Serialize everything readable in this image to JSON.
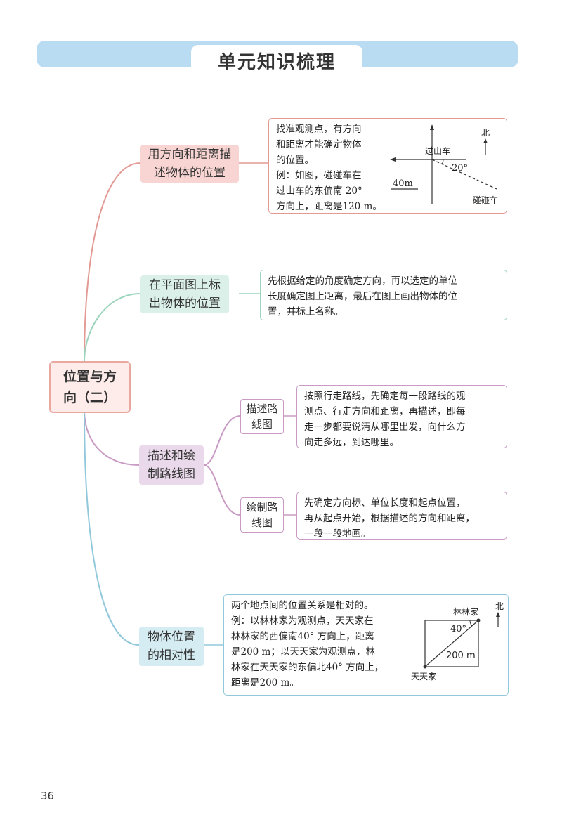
{
  "title": "单元知识梳理",
  "root": {
    "line1": "位置与方",
    "line2": "向（二）"
  },
  "branches": [
    {
      "line1": "用方向和距离描",
      "line2": "述物体的位置",
      "note": [
        "找准观测点，有方向",
        "和距离才能确定物体",
        "的位置。",
        "例：如图，碰碰车在",
        "过山车的东偏南 20°",
        "方向上，距离是120 m。"
      ],
      "diagram": {
        "north": "北",
        "observer": "过山车",
        "angle": "20°",
        "scale": "40m",
        "target": "碰碰车"
      }
    },
    {
      "line1": "在平面图上标",
      "line2": "出物体的位置",
      "note": [
        "先根据给定的角度确定方向，再以选定的单位",
        "长度确定图上距离，最后在图上画出物体的位",
        "置，并标上名称。"
      ]
    },
    {
      "line1": "描述和绘",
      "line2": "制路线图",
      "subs": [
        {
          "line1": "描述路",
          "line2": "线图",
          "note": [
            "按照行走路线，先确定每一段路线的观",
            "测点、行走方向和距离，再描述，即每",
            "走一步都要说清从哪里出发，向什么方",
            "向走多远，到达哪里。"
          ]
        },
        {
          "line1": "绘制路",
          "line2": "线图",
          "note": [
            "先确定方向标、单位长度和起点位置，",
            "再从起点开始，根据描述的方向和距离，",
            "一段一段地画。"
          ]
        }
      ]
    },
    {
      "line1": "物体位置",
      "line2": "的相对性",
      "note": [
        "两个地点间的位置关系是相对的。",
        "例：以林林家为观测点，天天家在",
        "林林家的西偏南40° 方向上，距离",
        "是200 m；以天天家为观测点，林",
        "林家在天天家的东偏北40° 方向上，",
        "距离是200 m。"
      ],
      "diagram": {
        "top": "林林家",
        "north": "北",
        "angle": "40°",
        "distance": "200 m",
        "bottom": "天天家"
      }
    }
  ],
  "page_number": "36",
  "colors": {
    "pink": "#e39a94",
    "green": "#9cd3bd",
    "purple": "#c99bc4",
    "blue": "#92c8dc",
    "banner": "#b9dcf3"
  }
}
